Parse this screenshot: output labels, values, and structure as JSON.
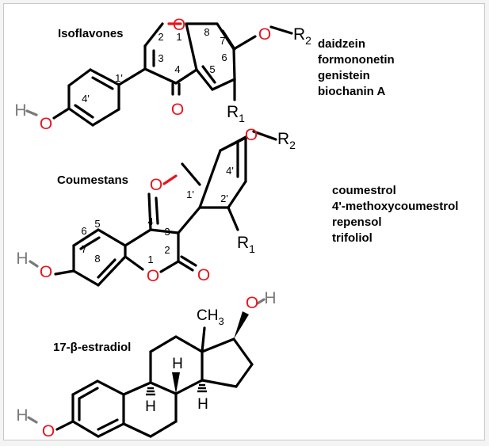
{
  "headings": {
    "isoflavones": "Isoflavones",
    "coumestans": "Coumestans",
    "estradiol": "17-β-estradiol"
  },
  "isoflavone_compounds": [
    "daidzein",
    "formononetin",
    "genistein",
    "biochanin A"
  ],
  "coumestan_compounds": [
    "coumestrol",
    "4'-methoxycoumestrol",
    "repensol",
    "trifoliol"
  ],
  "atoms": {
    "O": "O",
    "H": "H",
    "R": "R",
    "one": "1",
    "two": "2",
    "C": "CH",
    "three": "3"
  },
  "isoflavone_positions": [
    "1",
    "2",
    "3",
    "4",
    "5",
    "6",
    "7",
    "8",
    "1'",
    "4'"
  ],
  "coumestan_positions": [
    "1",
    "2",
    "3",
    "4",
    "5",
    "6",
    "7",
    "8",
    "1'",
    "2'",
    "4'"
  ],
  "colors": {
    "oxygen": "#e8141c",
    "hydrogen": "#7a7a7a",
    "bond": "#000000"
  }
}
